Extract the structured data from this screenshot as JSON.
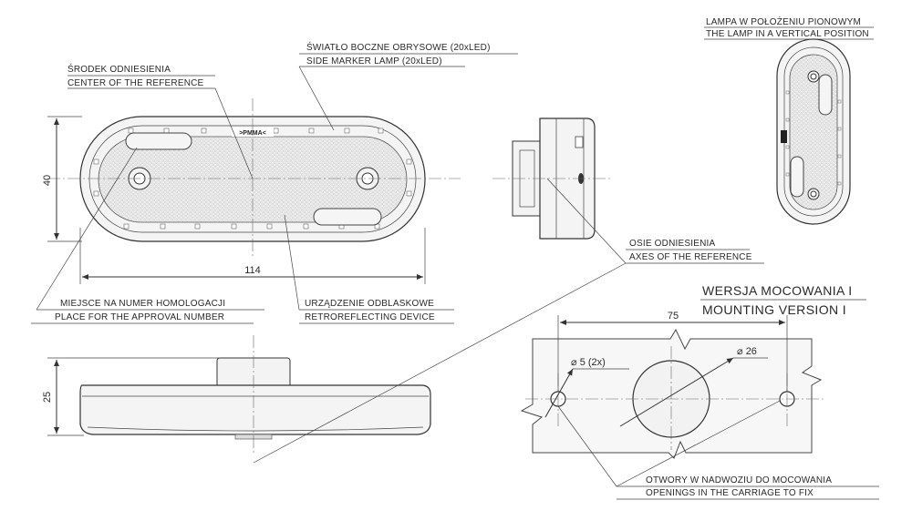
{
  "labels": {
    "center_pl": "ŚRODEK ODNIESIENIA",
    "center_en": "CENTER OF THE REFERENCE",
    "side_pl": "ŚWIATŁO BOCZNE OBRYSOWE (20xLED)",
    "side_en": "SIDE MARKER LAMP (20xLED)",
    "vertical_pl": "LAMPA W POŁOŻENIU PIONOWYM",
    "vertical_en": "THE LAMP IN A VERTICAL POSITION",
    "axes_pl": "OSIE ODNIESIENIA",
    "axes_en": "AXES OF THE REFERENCE",
    "approval_pl": "MIEJSCE NA NUMER HOMOLOGACJI",
    "approval_en": "PLACE FOR THE APPROVAL NUMBER",
    "retro_pl": "URZĄDZENIE ODBLASKOWE",
    "retro_en": "RETROREFLECTING DEVICE",
    "openings_pl": "OTWORY W NADWOZIU DO MOCOWANIA",
    "openings_en": "OPENINGS IN THE CARRIAGE TO FIX",
    "mounting_pl": "WERSJA MOCOWANIA I",
    "mounting_en": "MOUNTING VERSION I",
    "pmma": ">PMMA<"
  },
  "dimensions": {
    "height": "40",
    "width": "114",
    "depth": "25",
    "spacing": "75",
    "hole_small": "5 (2x)",
    "hole_large": "26"
  }
}
